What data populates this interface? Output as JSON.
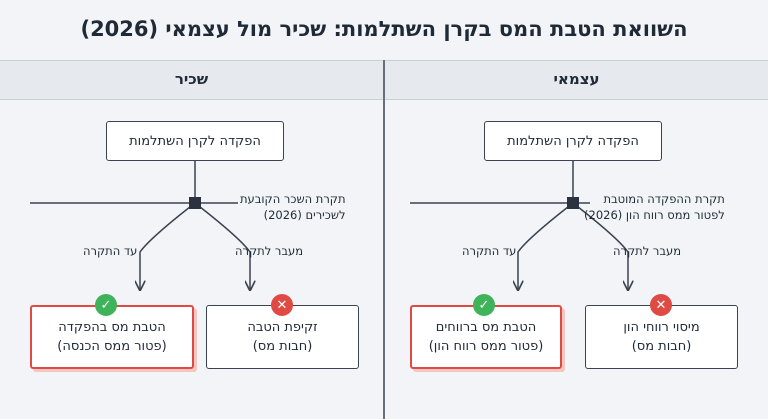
{
  "title": "השוואת הטבת המס בקרן השתלמות: שכיר מול עצמאי (2026)",
  "columns": {
    "left": {
      "header": "שכיר",
      "deposit": "הפקדה לקרן השתלמות",
      "ceiling": [
        "תקרת השכר הקובעת",
        "לשכירים (2026)"
      ],
      "branch_left": "עד התקרה",
      "branch_right": "מעבר לתקרה",
      "outcome_good": [
        "הטבת מס בהפקדה",
        "(פטור ממס הכנסה)"
      ],
      "outcome_bad": [
        "זקיפת הטבה",
        "(חבות מס)"
      ]
    },
    "right": {
      "header": "עצמאי",
      "deposit": "הפקדה לקרן השתלמות",
      "ceiling": [
        "תקרת ההפקדה המוטבת",
        "לפטור ממס רווח הון (2026)"
      ],
      "branch_left": "עד התקרה",
      "branch_right": "מעבר לתקרה",
      "outcome_good": [
        "הטבת מס ברווחים",
        "(פטור ממס רווח הון)"
      ],
      "outcome_bad": [
        "מיסוי רווחי הון",
        "(חבות מס)"
      ]
    }
  },
  "icons": {
    "good": "check-icon",
    "bad": "x-icon",
    "node": "junction-node-icon"
  },
  "colors": {
    "good": "#3fb35a",
    "bad": "#e04a44",
    "line": "#3b4350",
    "header_bg": "#e6e9ee"
  }
}
